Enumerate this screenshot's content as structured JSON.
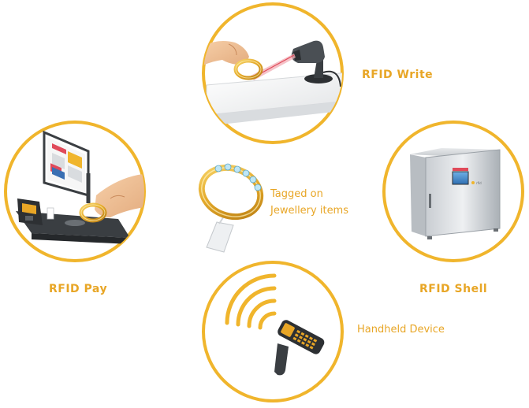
{
  "accent_color": "#f0b52c",
  "text_color": "#e8a626",
  "center": {
    "caption_line1": "Tagged on",
    "caption_line2": "Jewellery items",
    "icon": "tagged-ring-icon"
  },
  "nodes": {
    "write": {
      "label": "RFID Write",
      "icon": "barcode-scanner-reading-bangle-icon"
    },
    "shell": {
      "label": "RFID Shell",
      "icon": "rfid-cabinet-icon"
    },
    "handheld": {
      "label": "Handheld Device",
      "icon": "handheld-rfid-reader-icon"
    },
    "pay": {
      "label": "RFID Pay",
      "icon": "pos-terminal-icon"
    }
  }
}
